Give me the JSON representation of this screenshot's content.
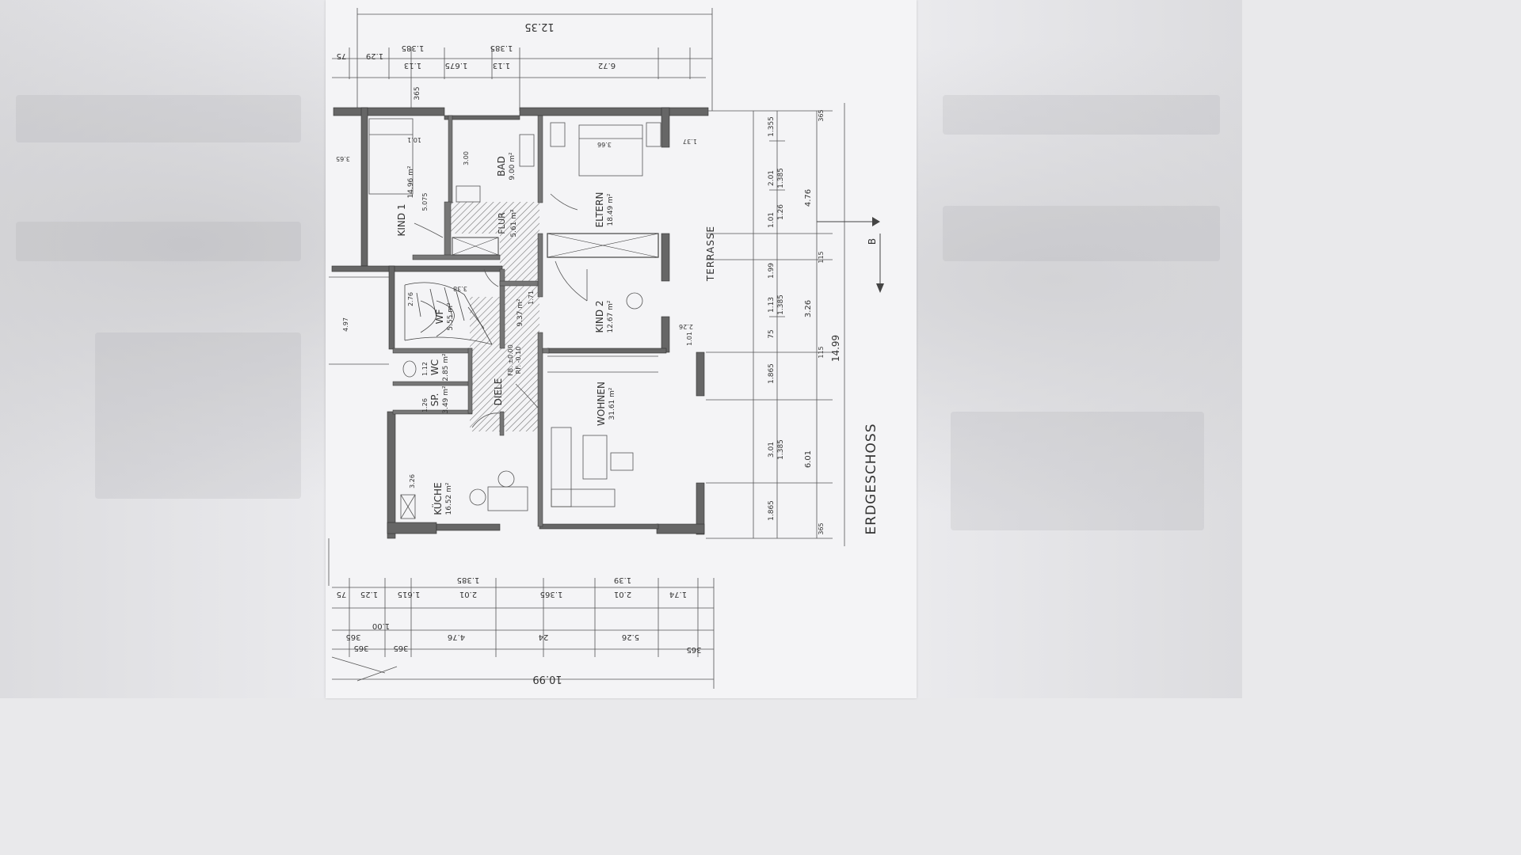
{
  "floor_plan": {
    "title": "ERDGESCHOSS",
    "section_marker": "B",
    "rooms": [
      {
        "id": "kind1",
        "name": "KIND 1",
        "area": "14.96 m²"
      },
      {
        "id": "bad",
        "name": "BAD",
        "area": "9.00 m²"
      },
      {
        "id": "eltern",
        "name": "ELTERN",
        "area": "18.49 m²"
      },
      {
        "id": "flur",
        "name": "FLUR",
        "area": "5.61 m²"
      },
      {
        "id": "wf",
        "name": "WF",
        "area": "5.55 m²"
      },
      {
        "id": "kind2",
        "name": "KIND 2",
        "area": "12.67 m²"
      },
      {
        "id": "wc",
        "name": "WC",
        "area": "2.85 m²"
      },
      {
        "id": "sp",
        "name": "SP.",
        "area": "3.49 m²"
      },
      {
        "id": "diele",
        "name": "DIELE",
        "area": "9.37 m²"
      },
      {
        "id": "wohnen",
        "name": "WOHNEN",
        "area": "31.61 m²"
      },
      {
        "id": "kuche",
        "name": "KÜCHE",
        "area": "16.52 m²"
      },
      {
        "id": "terrasse",
        "name": "TERRASSE",
        "area": ""
      }
    ],
    "diele_levels": [
      "FB. ±0.00",
      "RF. -0.10"
    ],
    "dims_top": {
      "overall": "12.35",
      "row1": [
        "75",
        "1.29",
        "1.13",
        "1.385",
        "1.675",
        "1.13",
        "1.385",
        "6.72"
      ],
      "row2": [
        "365"
      ]
    },
    "dims_right": {
      "overall": "14.99",
      "row_outer": [
        "4.76",
        "3.26",
        "6.01"
      ],
      "row_inner": [
        "1.355",
        "2.01",
        "1.385",
        "1.26",
        "1.01",
        "1.99",
        "1.13",
        "1.385",
        "75",
        "1.865",
        "3.01",
        "1.385",
        "1.865"
      ],
      "small": [
        "365",
        "115",
        "115",
        "365"
      ]
    },
    "dims_bottom": {
      "overall": "10.99",
      "row1": [
        "75",
        "1.25",
        "1.615",
        "1.385",
        "2.01",
        "1.365",
        "1.39",
        "2.01",
        "1.74"
      ],
      "row2": [
        "365",
        "4.76",
        "24",
        "5.26",
        "365"
      ],
      "row3": [
        "1.00",
        "365",
        "365"
      ]
    },
    "dims_interior": [
      "10.1",
      "3.00",
      "5.075",
      "3.66",
      "1.37",
      "3.38",
      "2.76",
      "1.71",
      "2.26",
      "1.01",
      "3.26",
      "1.12",
      "1.26",
      "4.97",
      "3.65"
    ]
  }
}
